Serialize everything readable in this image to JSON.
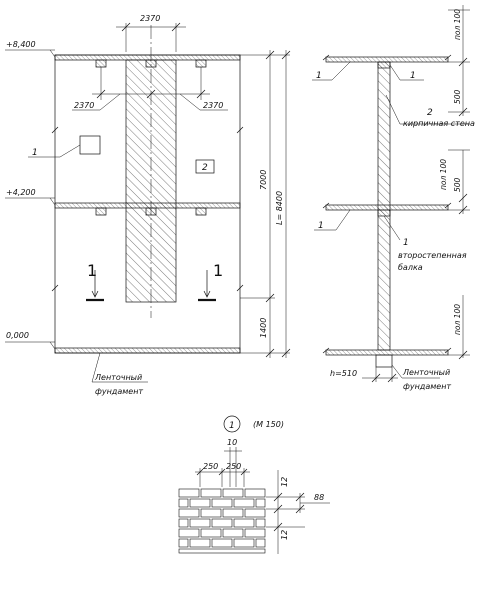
{
  "elevation_marks": {
    "top": "+8,400",
    "middle": "+4,200",
    "zero": "0,000"
  },
  "plan_dims": {
    "wall_width_top": "2370",
    "left_span": "2370",
    "right_span": "2370",
    "upper_height": "7000",
    "total_height": "L= 8400",
    "lower_height": "1400"
  },
  "plan_labels": {
    "panel_callout": "1",
    "room_marker": "2",
    "section_mark_left": "1",
    "section_mark_right": "1",
    "foundation_line1": "Ленточный",
    "foundation_line2": "фундамент"
  },
  "section_labels": {
    "slab_top_left": "1",
    "slab_top_right": "1",
    "wall_number": "2",
    "wall_text": "кирпичная стена",
    "slab_mid": "1",
    "beam_number": "1",
    "beam_text_line1": "второстепенная",
    "beam_text_line2": "балка",
    "floor_top": "пол 100",
    "dim_500_top": "500",
    "floor_mid": "пол 100",
    "dim_500_mid": "500",
    "floor_bottom": "пол 100",
    "wall_thickness": "h=510",
    "foundation_line1": "Ленточный",
    "foundation_line2": "фундамент"
  },
  "detail": {
    "callout_number": "1",
    "scale": "(М 150)",
    "dim_10": "10",
    "dim_250_left": "250",
    "dim_250_right": "250",
    "dim_12_top": "12",
    "dim_88": "88",
    "dim_12_bottom": "12"
  }
}
